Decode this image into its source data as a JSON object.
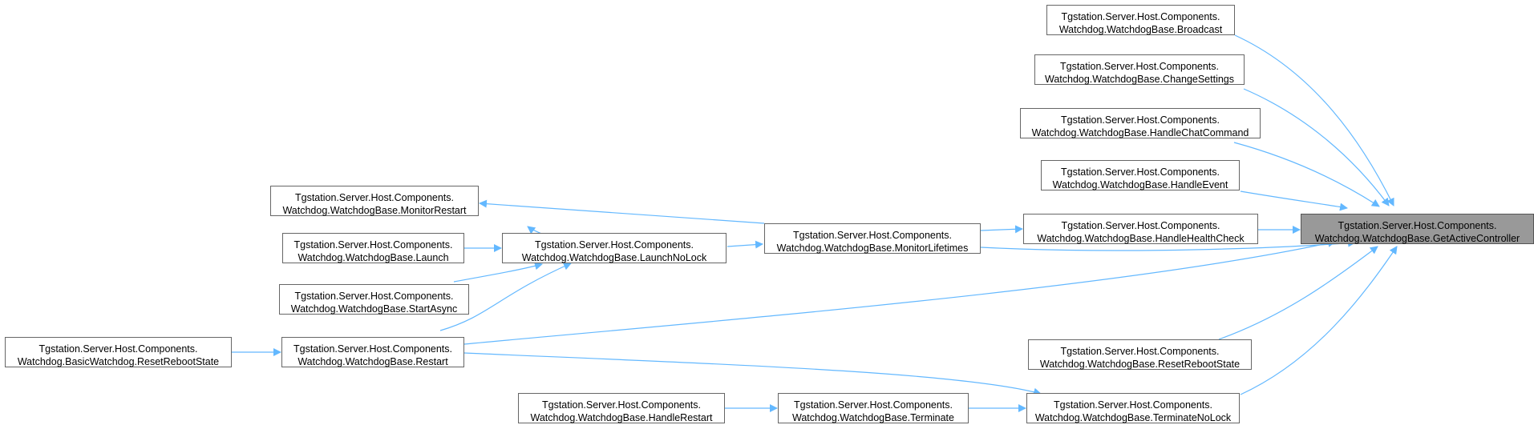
{
  "colors": {
    "edge": "#63b8ff",
    "node_border": "#666666",
    "active_fill": "#999999",
    "background": "#ffffff"
  },
  "nodes": {
    "get_active_controller": {
      "line1": "Tgstation.Server.Host.Components.",
      "line2": "Watchdog.WatchdogBase.GetActiveController"
    },
    "broadcast": {
      "line1": "Tgstation.Server.Host.Components.",
      "line2": "Watchdog.WatchdogBase.Broadcast"
    },
    "change_settings": {
      "line1": "Tgstation.Server.Host.Components.",
      "line2": "Watchdog.WatchdogBase.ChangeSettings"
    },
    "handle_chat_command": {
      "line1": "Tgstation.Server.Host.Components.",
      "line2": "Watchdog.WatchdogBase.HandleChatCommand"
    },
    "handle_event": {
      "line1": "Tgstation.Server.Host.Components.",
      "line2": "Watchdog.WatchdogBase.HandleEvent"
    },
    "handle_health_check": {
      "line1": "Tgstation.Server.Host.Components.",
      "line2": "Watchdog.WatchdogBase.HandleHealthCheck"
    },
    "monitor_lifetimes": {
      "line1": "Tgstation.Server.Host.Components.",
      "line2": "Watchdog.WatchdogBase.MonitorLifetimes"
    },
    "monitor_restart": {
      "line1": "Tgstation.Server.Host.Components.",
      "line2": "Watchdog.WatchdogBase.MonitorRestart"
    },
    "launch_no_lock": {
      "line1": "Tgstation.Server.Host.Components.",
      "line2": "Watchdog.WatchdogBase.LaunchNoLock"
    },
    "launch": {
      "line1": "Tgstation.Server.Host.Components.",
      "line2": "Watchdog.WatchdogBase.Launch"
    },
    "start_async": {
      "line1": "Tgstation.Server.Host.Components.",
      "line2": "Watchdog.WatchdogBase.StartAsync"
    },
    "restart": {
      "line1": "Tgstation.Server.Host.Components.",
      "line2": "Watchdog.WatchdogBase.Restart"
    },
    "basic_reset_reboot_state": {
      "line1": "Tgstation.Server.Host.Components.",
      "line2": "Watchdog.BasicWatchdog.ResetRebootState"
    },
    "reset_reboot_state": {
      "line1": "Tgstation.Server.Host.Components.",
      "line2": "Watchdog.WatchdogBase.ResetRebootState"
    },
    "terminate_no_lock": {
      "line1": "Tgstation.Server.Host.Components.",
      "line2": "Watchdog.WatchdogBase.TerminateNoLock"
    },
    "terminate": {
      "line1": "Tgstation.Server.Host.Components.",
      "line2": "Watchdog.WatchdogBase.Terminate"
    },
    "handle_restart": {
      "line1": "Tgstation.Server.Host.Components.",
      "line2": "Watchdog.WatchdogBase.HandleRestart"
    }
  },
  "edges": [
    {
      "from": "broadcast",
      "to": "get_active_controller"
    },
    {
      "from": "change_settings",
      "to": "get_active_controller"
    },
    {
      "from": "handle_chat_command",
      "to": "get_active_controller"
    },
    {
      "from": "handle_event",
      "to": "get_active_controller"
    },
    {
      "from": "handle_health_check",
      "to": "get_active_controller"
    },
    {
      "from": "monitor_lifetimes",
      "to": "get_active_controller"
    },
    {
      "from": "restart",
      "to": "get_active_controller"
    },
    {
      "from": "reset_reboot_state",
      "to": "get_active_controller"
    },
    {
      "from": "terminate_no_lock",
      "to": "get_active_controller"
    },
    {
      "from": "monitor_lifetimes",
      "to": "handle_health_check"
    },
    {
      "from": "monitor_lifetimes",
      "to": "monitor_restart"
    },
    {
      "from": "launch_no_lock",
      "to": "monitor_lifetimes"
    },
    {
      "from": "launch_no_lock",
      "to": "monitor_restart"
    },
    {
      "from": "launch",
      "to": "launch_no_lock"
    },
    {
      "from": "start_async",
      "to": "launch_no_lock"
    },
    {
      "from": "restart",
      "to": "launch_no_lock"
    },
    {
      "from": "basic_reset_reboot_state",
      "to": "restart"
    },
    {
      "from": "restart",
      "to": "terminate_no_lock"
    },
    {
      "from": "terminate",
      "to": "terminate_no_lock"
    },
    {
      "from": "handle_restart",
      "to": "terminate"
    }
  ]
}
